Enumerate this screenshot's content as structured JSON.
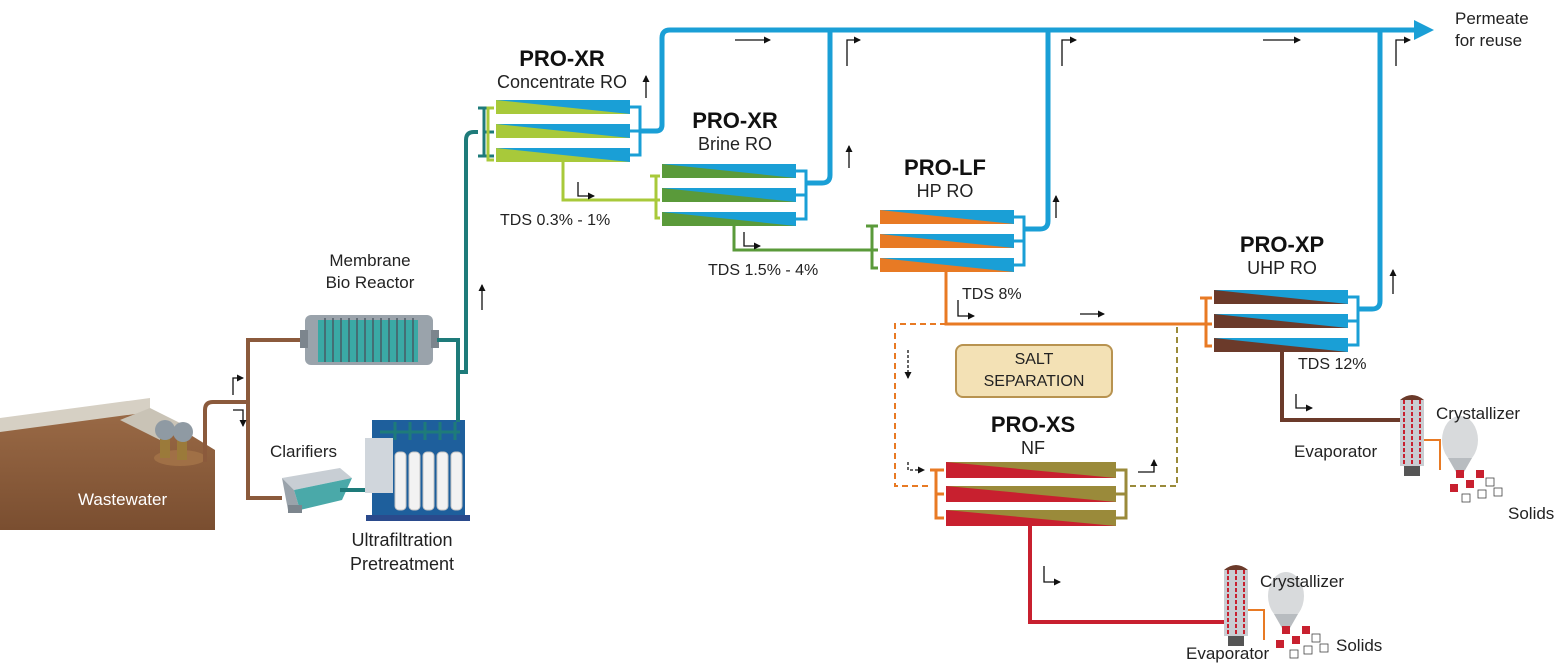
{
  "labels": {
    "permeate": [
      "Permeate",
      "for reuse"
    ],
    "pro_xr_conc": {
      "title": "PRO-XR",
      "sub": "Concentrate RO"
    },
    "pro_xr_brine": {
      "title": "PRO-XR",
      "sub": "Brine RO"
    },
    "pro_lf": {
      "title": "PRO-LF",
      "sub": "HP RO"
    },
    "pro_xp": {
      "title": "PRO-XP",
      "sub": "UHP RO"
    },
    "pro_xs": {
      "title": "PRO-XS",
      "sub": "NF"
    },
    "tds_1": "TDS 0.3% - 1%",
    "tds_2": "TDS 1.5% - 4%",
    "tds_3": "TDS 8%",
    "tds_4": "TDS 12%",
    "salt_separation": [
      "SALT",
      "SEPARATION"
    ],
    "mbr": [
      "Membrane",
      "Bio Reactor"
    ],
    "clarifiers": "Clarifiers",
    "wastewater": "Wastewater",
    "uf": [
      "Ultrafiltration",
      "Pretreatment"
    ],
    "crystallizer_top": "Crystallizer",
    "evaporator_top": "Evaporator",
    "solids_top": "Solids",
    "crystallizer_bottom": "Crystallizer",
    "evaporator_bottom": "Evaporator",
    "solids_bottom": "Solids"
  },
  "colors": {
    "permeate_line": "#1a9fd6",
    "brown": "#8b5a3c",
    "teal": "#1e7b7a",
    "lime": "#a8c93a",
    "green": "#5a9a3a",
    "orange": "#e87a24",
    "dark_brown": "#6b3a2a",
    "red": "#c8202f",
    "olive": "#9a8a3a"
  }
}
